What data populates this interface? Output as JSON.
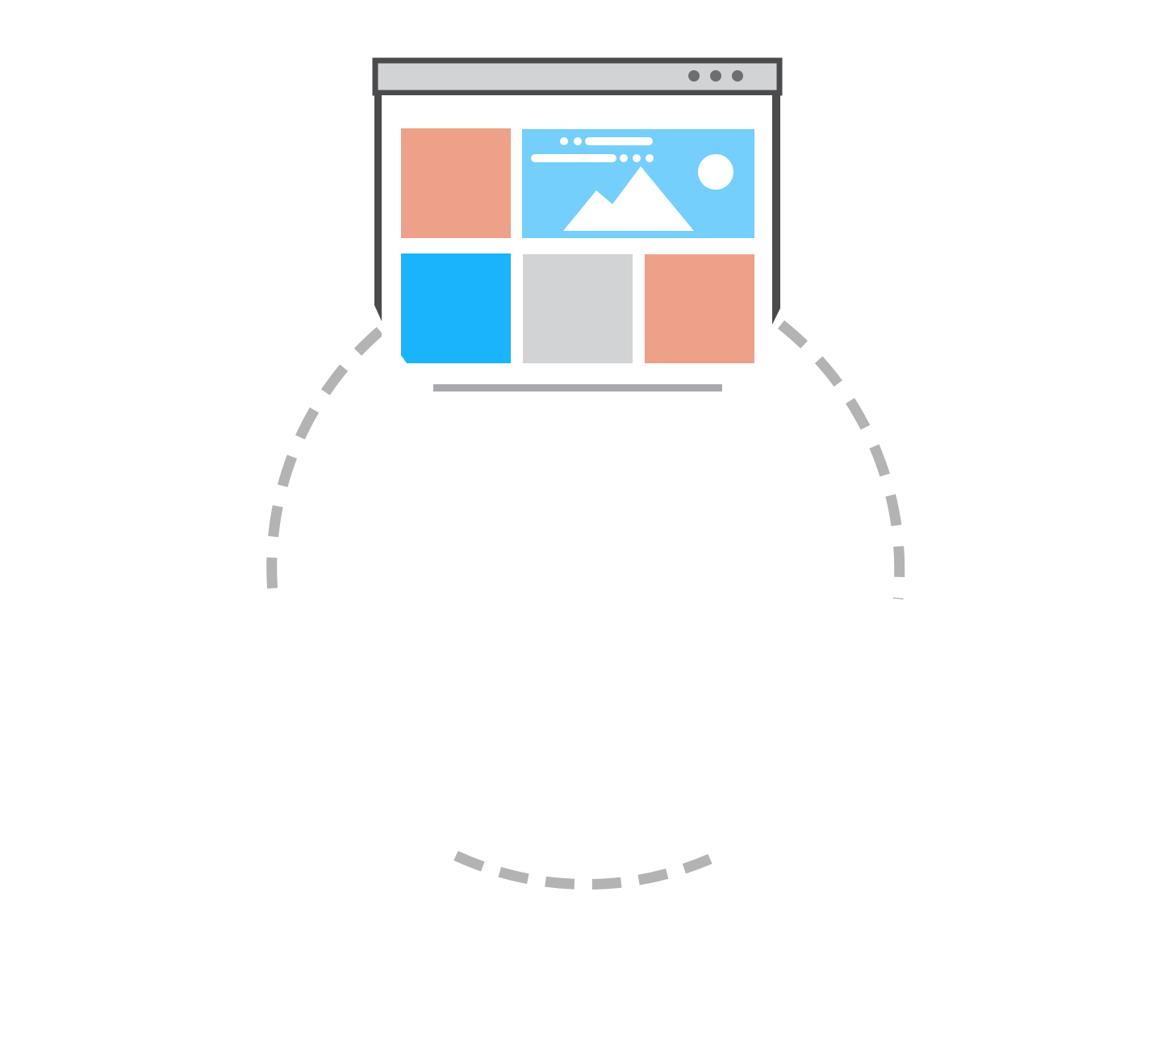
{
  "illustration": {
    "subject": "browser-window-layout-icon",
    "colors": {
      "background": "#ffffff",
      "frame": "#4b4b4d",
      "titlebar": "#d1d3d4",
      "window_dots": "#6d6e71",
      "tile_salmon": "#eea189",
      "tile_sky": "#75cffc",
      "tile_blue": "#1ab4fc",
      "tile_gray": "#d1d3d4",
      "hero_art": "#ffffff",
      "base_line": "#a7a9ac",
      "dashed_circle": "#b3b3b3"
    },
    "window_dots": [
      "dot-1",
      "dot-2",
      "dot-3"
    ],
    "hero_image_icon": "mountain-sun-image-icon"
  }
}
